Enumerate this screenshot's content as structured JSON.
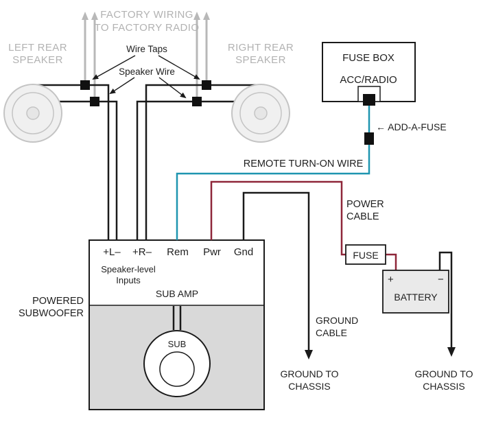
{
  "colors": {
    "remote_wire": "#1e95b0",
    "power_wire": "#8e2639",
    "wire_black": "#1a1a1a",
    "factory_gray": "#b8b8b8"
  },
  "labels": {
    "factory_wiring_1": "FACTORY WIRING",
    "factory_wiring_2": "TO FACTORY RADIO",
    "left_speaker_1": "LEFT REAR",
    "left_speaker_2": "SPEAKER",
    "right_speaker_1": "RIGHT REAR",
    "right_speaker_2": "SPEAKER",
    "wire_taps": "Wire Taps",
    "speaker_wire": "Speaker Wire",
    "fuse_box": "FUSE BOX",
    "acc_radio": "ACC/RADIO",
    "add_a_fuse": "← ADD-A-FUSE",
    "remote_turn_on": "REMOTE TURN-ON WIRE",
    "power_cable_1": "POWER",
    "power_cable_2": "CABLE",
    "fuse": "FUSE",
    "battery": "BATTERY",
    "battery_plus": "+",
    "battery_minus": "−",
    "term_l": "+L–",
    "term_r": "+R–",
    "term_rem": "Rem",
    "term_pwr": "Pwr",
    "term_gnd": "Gnd",
    "speaker_level_1": "Speaker-level",
    "speaker_level_2": "Inputs",
    "sub_amp": "SUB AMP",
    "sub": "SUB",
    "powered_sub_1": "POWERED",
    "powered_sub_2": "SUBWOOFER",
    "ground_cable_1": "GROUND",
    "ground_cable_2": "CABLE",
    "ground_chassis_left_1": "GROUND TO",
    "ground_chassis_left_2": "CHASSIS",
    "ground_chassis_right_1": "GROUND TO",
    "ground_chassis_right_2": "CHASSIS"
  }
}
